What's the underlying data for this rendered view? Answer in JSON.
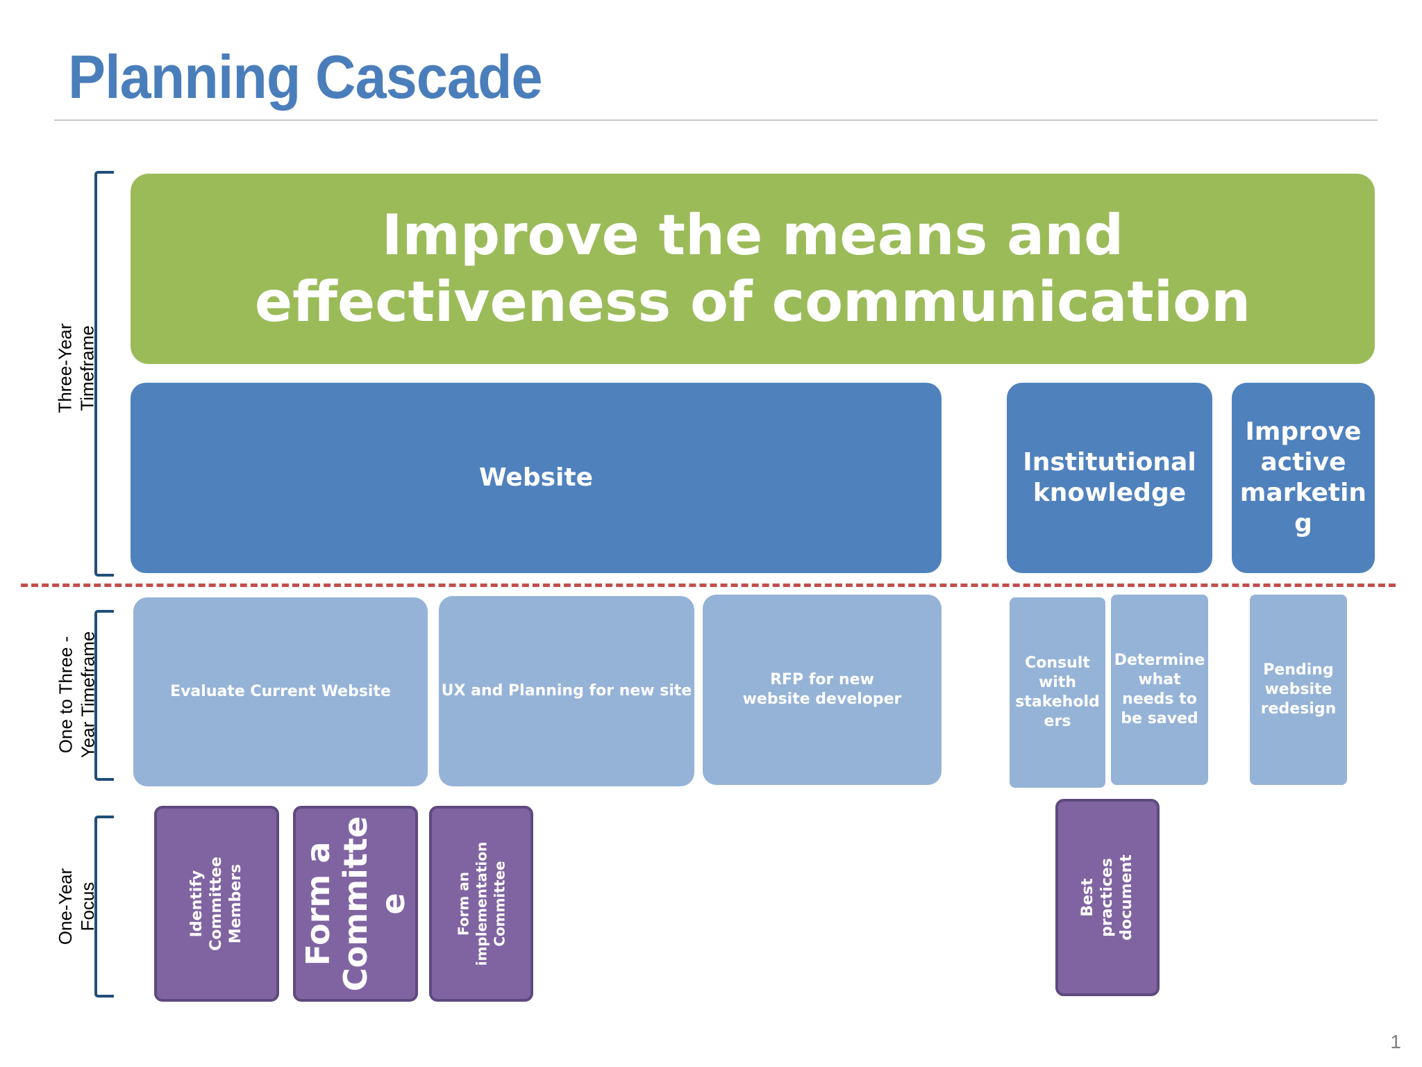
{
  "title": "Planning Cascade",
  "goal": "Improve the means and effectiveness of communication",
  "strategies": {
    "website": "Website",
    "institutional": "Institutional knowledge",
    "marketing": "Improve active marketin\ng"
  },
  "initiatives": {
    "evaluate": "Evaluate Current Website",
    "ux": "UX and Planning for new site",
    "rfp": "RFP for new website developer",
    "consult": "Consult\nwith\nstakehold\ners",
    "determine": "Determine\nwhat\nneeds to\nbe saved",
    "pending": "Pending\nwebsite\nredesign"
  },
  "actions": {
    "identify": "Identify Committee\nMembers",
    "form": "Form a\nCommitte\ne",
    "implementation": "Form an\nimplementation\nCommittee",
    "best": "Best practices\ndocument"
  },
  "timeframes": {
    "three_year": "Three-Year\nTimeframe",
    "one_to_three": "One  to Three -\nYear Timeframe",
    "one_year": "One-Year\nFocus"
  },
  "colors": {
    "title": "#4a7ebb",
    "goal": "#9bbb59",
    "strategy": "#4f81bd",
    "initiative": "#95b3d7",
    "action": "#8064a2",
    "divider": "#c0504d"
  },
  "page_number": "1"
}
